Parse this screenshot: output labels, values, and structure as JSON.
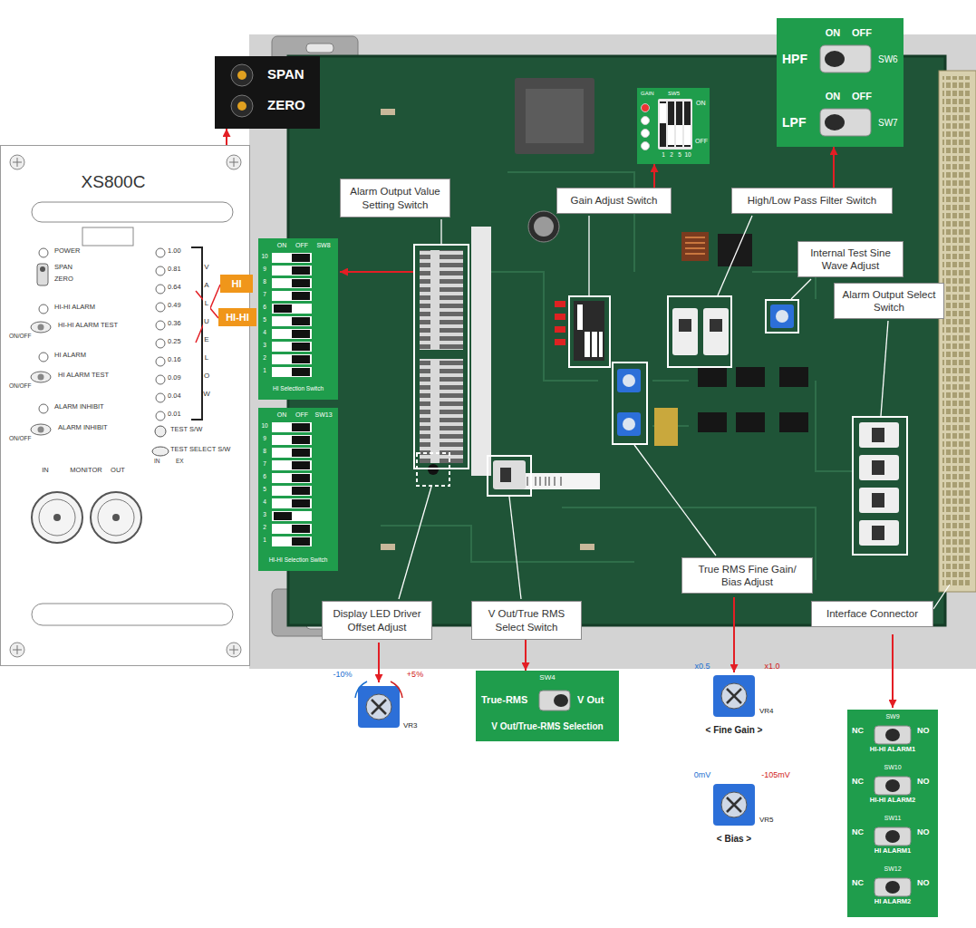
{
  "diagram": {
    "nodes": [
      {
        "text": [
          "SPAN",
          "ZERO"
        ]
      },
      {
        "text": [
          "GAIN",
          "SW5",
          "ON",
          "OFF",
          "1",
          "2",
          "5",
          "10"
        ]
      },
      {
        "text": [
          "ON",
          "OFF",
          "HPF",
          "SW6",
          "ON",
          "OFF",
          "LPF",
          "SW7"
        ]
      },
      {
        "text": [
          "XS800C"
        ]
      },
      {
        "text": [
          "Alarm Output Value Setting Switch"
        ]
      },
      {
        "text": [
          "Gain Adjust Switch"
        ]
      },
      {
        "text": [
          "High/Low Pass Filter Switch"
        ]
      },
      {
        "text": [
          "ON",
          "OFF",
          "SW8",
          "10",
          "9",
          "8",
          "7",
          "6",
          "5",
          "4",
          "3",
          "2",
          "1",
          "HI Selection Switch"
        ]
      },
      {
        "text": [
          "HI"
        ]
      },
      {
        "text": [
          "HI-HI"
        ]
      },
      {
        "text": [
          "Internal Test Sine Wave Adjust"
        ]
      },
      {
        "text": [
          "Alarm Output Select Switch"
        ]
      },
      {
        "text": [
          "ON",
          "OFF",
          "SW13",
          "10",
          "9",
          "8",
          "7",
          "6",
          "5",
          "4",
          "3",
          "2",
          "1",
          "HI-HI Selection Switch"
        ]
      },
      {
        "text": [
          "True RMS Fine Gain/ Bias Adjust"
        ]
      },
      {
        "text": [
          "Interface Connector"
        ]
      },
      {
        "text": [
          "Display LED Driver Offset Adjust"
        ]
      },
      {
        "text": [
          "V Out/True RMS Select Switch"
        ]
      },
      {
        "text": [
          "SW4",
          "True-RMS",
          "V Out",
          "V Out/True-RMS Selection"
        ]
      },
      {
        "text": [
          "SW9",
          "NC",
          "NO",
          "HI-HI ALARM1",
          "SW10",
          "NC",
          "NO",
          "HI-HI ALARM2",
          "SW11",
          "NC",
          "NO",
          "HI ALARM1",
          "SW12",
          "NC",
          "NO",
          "HI ALARM2"
        ]
      }
    ],
    "edges": [
      {
        "from": 3,
        "to": 0,
        "arrow": "to"
      },
      {
        "from": 5,
        "to": 1,
        "arrow": "to"
      },
      {
        "from": 6,
        "to": 2,
        "arrow": "to"
      },
      {
        "from": 16,
        "to": 17,
        "arrow": "to"
      }
    ],
    "labels": [
      "POWER",
      "SPAN",
      "ZERO",
      "HI-HI ALARM",
      "HI-HI ALARM TEST",
      "ON/OFF",
      "HI ALARM",
      "HI ALARM TEST",
      "ON/OFF",
      "ALARM INHIBIT",
      "ALARM INHIBIT",
      "ON/OFF",
      "1.00",
      "0.81",
      "0.64",
      "0.49",
      "0.36",
      "0.25",
      "0.16",
      "0.09",
      "0.04",
      "0.01",
      "VALUE LOW",
      "TEST S/W",
      "TEST SELECT S/W",
      "IN",
      "EX",
      "IN",
      "MONITOR",
      "OUT",
      "-10%",
      "+5%",
      "VR3",
      "x0.5",
      "x1.0",
      "VR4",
      "< Fine Gain >",
      "0mV",
      "-105mV",
      "VR5",
      "< Bias >"
    ]
  }
}
